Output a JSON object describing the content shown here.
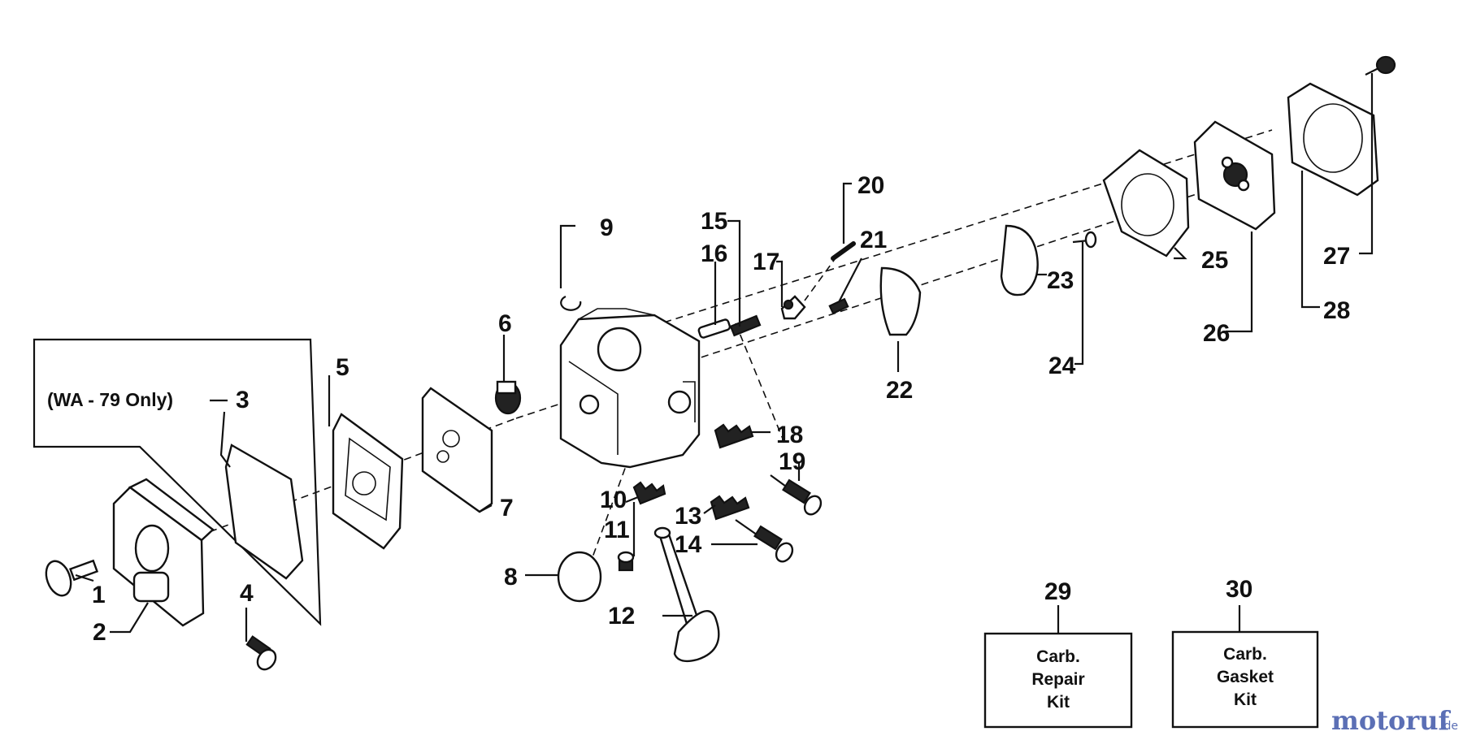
{
  "diagram": {
    "note": "(WA - 79 Only)",
    "callouts": [
      {
        "id": "1",
        "text": "1"
      },
      {
        "id": "2",
        "text": "2"
      },
      {
        "id": "3",
        "text": "3"
      },
      {
        "id": "4",
        "text": "4"
      },
      {
        "id": "5",
        "text": "5"
      },
      {
        "id": "6",
        "text": "6"
      },
      {
        "id": "7",
        "text": "7"
      },
      {
        "id": "8",
        "text": "8"
      },
      {
        "id": "9",
        "text": "9"
      },
      {
        "id": "10",
        "text": "10"
      },
      {
        "id": "11",
        "text": "11"
      },
      {
        "id": "12",
        "text": "12"
      },
      {
        "id": "13",
        "text": "13"
      },
      {
        "id": "14",
        "text": "14"
      },
      {
        "id": "15",
        "text": "15"
      },
      {
        "id": "16",
        "text": "16"
      },
      {
        "id": "17",
        "text": "17"
      },
      {
        "id": "18",
        "text": "18"
      },
      {
        "id": "19",
        "text": "19"
      },
      {
        "id": "20",
        "text": "20"
      },
      {
        "id": "21",
        "text": "21"
      },
      {
        "id": "22",
        "text": "22"
      },
      {
        "id": "23",
        "text": "23"
      },
      {
        "id": "24",
        "text": "24"
      },
      {
        "id": "25",
        "text": "25"
      },
      {
        "id": "26",
        "text": "26"
      },
      {
        "id": "27",
        "text": "27"
      },
      {
        "id": "28",
        "text": "28"
      },
      {
        "id": "29",
        "text": "29"
      },
      {
        "id": "30",
        "text": "30"
      }
    ],
    "kits": [
      {
        "number": "29",
        "lines": [
          "Carb.",
          "Repair",
          "Kit"
        ]
      },
      {
        "number": "30",
        "lines": [
          "Carb.",
          "Gasket",
          "Kit"
        ]
      }
    ]
  },
  "brand": {
    "name": "motoruf",
    "suffix": ".de",
    "color": "#5b6fb5",
    "accent": "#e5a31b"
  }
}
